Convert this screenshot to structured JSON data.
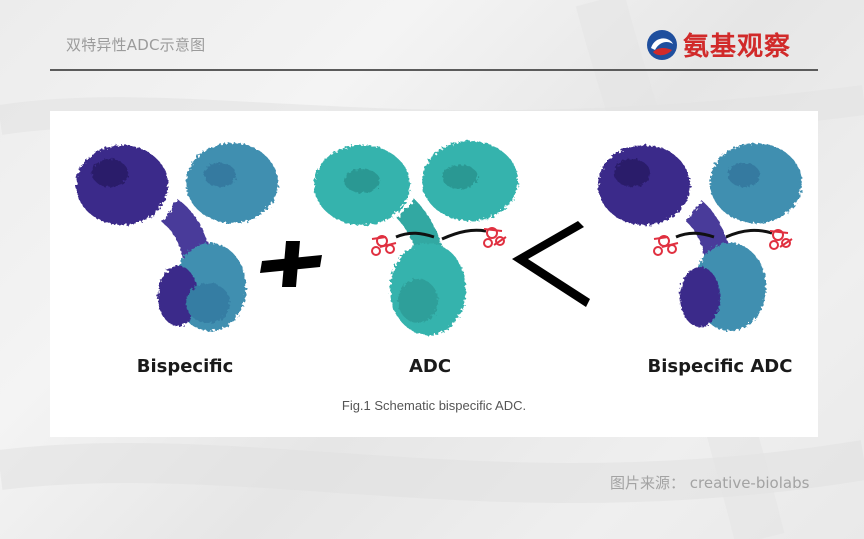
{
  "header": {
    "title": "双特异性ADC示意图",
    "brand": "氨基观察",
    "brand_color": "#d12a2a"
  },
  "figure": {
    "labels": {
      "bispecific": "Bispecific",
      "adc": "ADC",
      "bispecific_adc": "Bispecific ADC"
    },
    "operators": {
      "plus": "plus-icon",
      "arrow": "less-than-arrow-icon"
    },
    "caption": "Fig.1 Schematic bispecific ADC.",
    "colors": {
      "dark_purple": "#3b2a8a",
      "steel_teal": "#3f8fb0",
      "turquoise": "#36b3ad",
      "payload_red": "#e03040",
      "linker": "#111111"
    }
  },
  "footer": {
    "source": "图片来源： creative-biolabs"
  }
}
